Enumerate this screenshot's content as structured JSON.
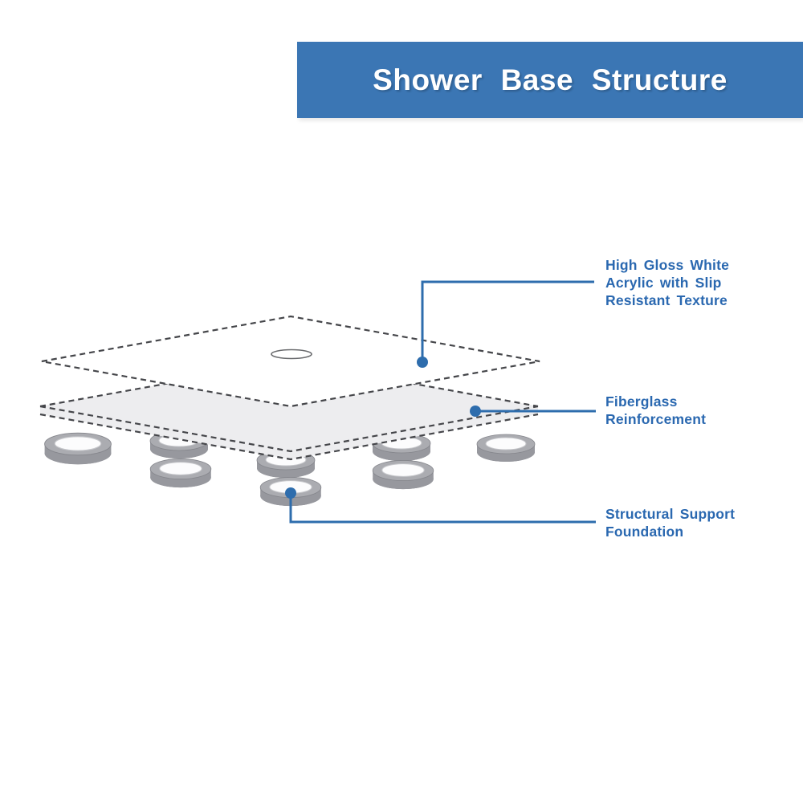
{
  "header": {
    "title": "Shower Base Structure"
  },
  "callouts": [
    {
      "id": "acrylic-layer",
      "lines": [
        "High Gloss White",
        "Acrylic with Slip",
        "Resistant Texture"
      ]
    },
    {
      "id": "fiberglass-layer",
      "lines": [
        "Fiberglass",
        "Reinforcement"
      ]
    },
    {
      "id": "support-foundation",
      "lines": [
        "Structural Support",
        "Foundation"
      ]
    }
  ],
  "colors": {
    "banner_bg": "#3b76b4",
    "banner_text": "#ffffff",
    "label_text": "#2a68b0",
    "leader_line": "#2e6dad",
    "slab_fill": "#ededef",
    "dash_stroke": "#45464a",
    "ring_gray": "#9b9ca2"
  }
}
